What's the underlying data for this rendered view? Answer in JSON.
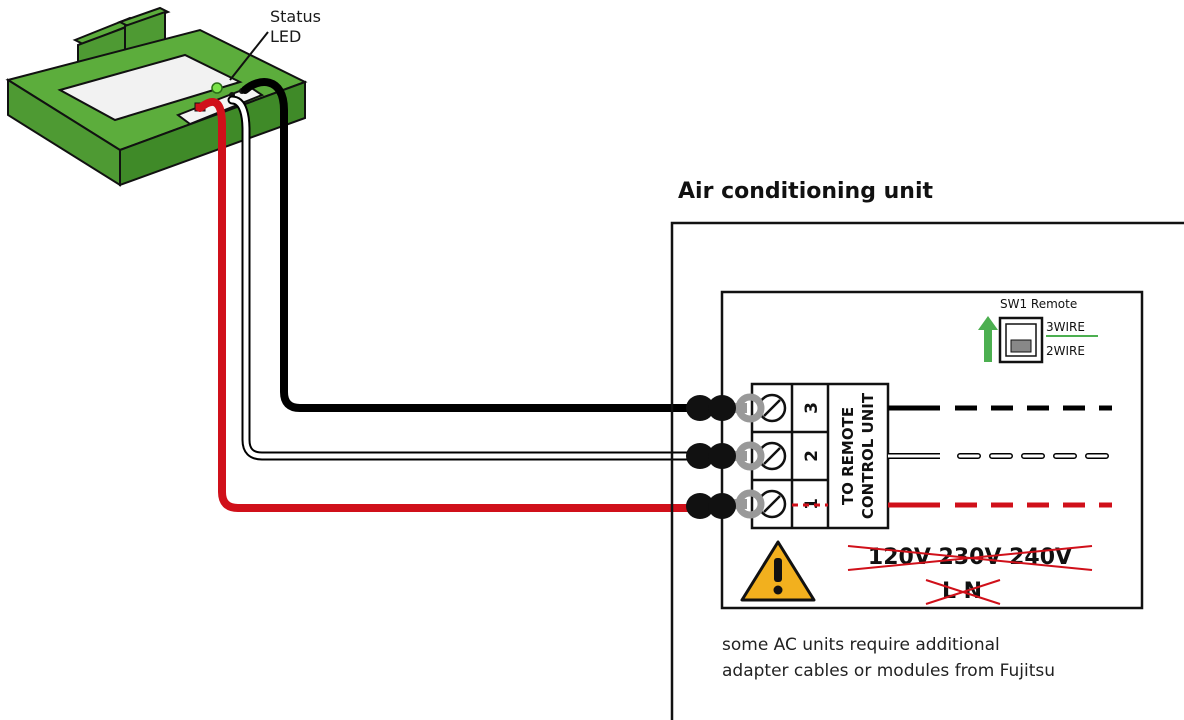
{
  "status_led_label": [
    "Status",
    "LED"
  ],
  "ac_title": "Air conditioning unit",
  "switch": {
    "label": "SW1 Remote",
    "option_top": "3WIRE",
    "option_bottom": "2WIRE"
  },
  "terminal_label": [
    "TO REMOTE",
    "CONTROL UNIT"
  ],
  "terminals": [
    "3",
    "2",
    "1"
  ],
  "voltage_label": "120V 230V 240V",
  "line_label": "L N",
  "note": [
    "some AC units require additional",
    "adapter cables or modules from Fujitsu"
  ],
  "colors": {
    "module_green": "#5cad3c",
    "wire_red": "#d0101a",
    "wire_black": "#000000",
    "warning_yellow": "#f2b01e",
    "switch_arrow_green": "#4caf50"
  }
}
